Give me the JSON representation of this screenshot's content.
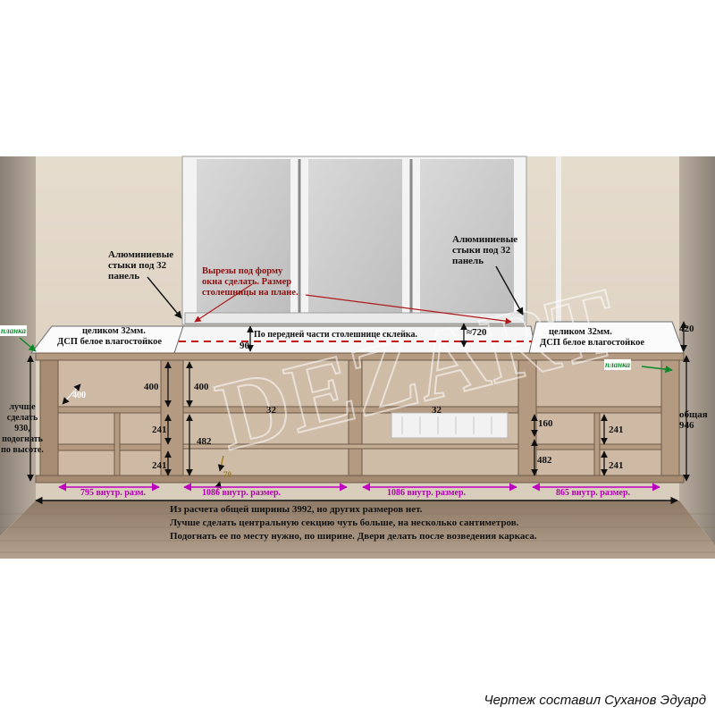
{
  "annotations": {
    "left_joint": [
      "Алюминиевые",
      "стыки под 32",
      "панель"
    ],
    "right_joint": [
      "Алюминиевые",
      "стыки под 32",
      "панель"
    ],
    "cutout_note": [
      "Вырезы под форму",
      "окна сделать. Размер",
      "столешницы на плане."
    ],
    "left_top": [
      "целиком 32мм.",
      "ДСП белое влагостойкое"
    ],
    "right_top": [
      "целиком 32мм.",
      "ДСП белое влагостойкое"
    ],
    "glue_note": "По передней части столешнице склейка.",
    "plank_left": "планка",
    "plank_right": "планка",
    "left_side_note": [
      "лучше",
      "сделать",
      "930,",
      "подогнать",
      "по высоте."
    ],
    "total_height": [
      "общая",
      "946"
    ]
  },
  "dimensions": {
    "d400a": "400",
    "d400b": "400",
    "d400c": "400",
    "d241a": "241",
    "d241b": "241",
    "d241c": "241",
    "d241d": "241",
    "d482a": "482",
    "d482b": "482",
    "d90": "90",
    "d720": "≈720",
    "d420": "420",
    "d32a": "32",
    "d32b": "32",
    "d160": "160",
    "d70": "70"
  },
  "widths": {
    "w1": "795 внутр. разм.",
    "w2": "1086 внутр. размер.",
    "w3": "1086 внутр. размер.",
    "w4": "865 внутр. размер."
  },
  "notes": [
    "Из расчета общей ширины 3992, но других размеров нет.",
    "Лучше сделать центральную секцию чуть больше, на несколько сантиметров.",
    "Подогнать ее по месту нужно, по ширине.  Двери делать после возведения каркаса."
  ],
  "credit": "Чертеж составил Суханов Эдуард",
  "watermark": "DEZART"
}
